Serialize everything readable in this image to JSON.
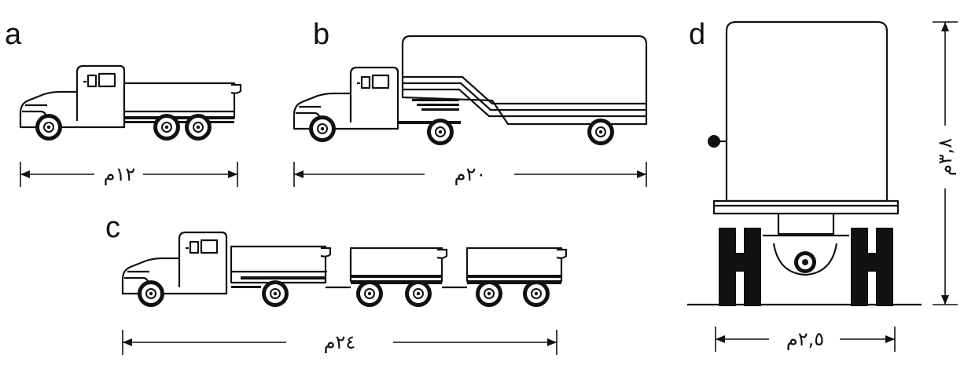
{
  "panels": {
    "a": {
      "letter": "a",
      "dimension": "١٢م"
    },
    "b": {
      "letter": "b",
      "dimension": "٢٠م"
    },
    "c": {
      "letter": "c",
      "dimension": "٢٤م"
    },
    "d": {
      "letter": "d",
      "width_dimension": "٢,٥م",
      "height_dimension": "٣,٨م"
    }
  }
}
